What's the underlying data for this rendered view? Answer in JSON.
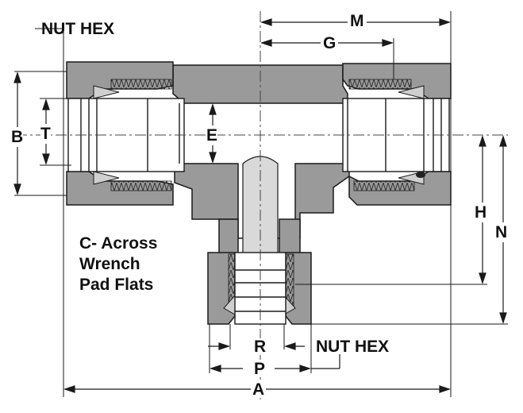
{
  "callouts": {
    "nut_hex_top": "NUT HEX",
    "nut_hex_bottom": "NUT HEX",
    "wrench_pad_note": [
      "C- Across",
      "Wrench",
      "Pad Flats"
    ]
  },
  "dimensions": {
    "A": "A",
    "B": "B",
    "E": "E",
    "G": "G",
    "H": "H",
    "M": "M",
    "N": "N",
    "P": "P",
    "R": "R",
    "T": "T"
  },
  "colors": {
    "body_fill": "#9a9a9a",
    "body_dark": "#6e6e6e",
    "line": "#1a1a1a",
    "background": "#ffffff"
  }
}
